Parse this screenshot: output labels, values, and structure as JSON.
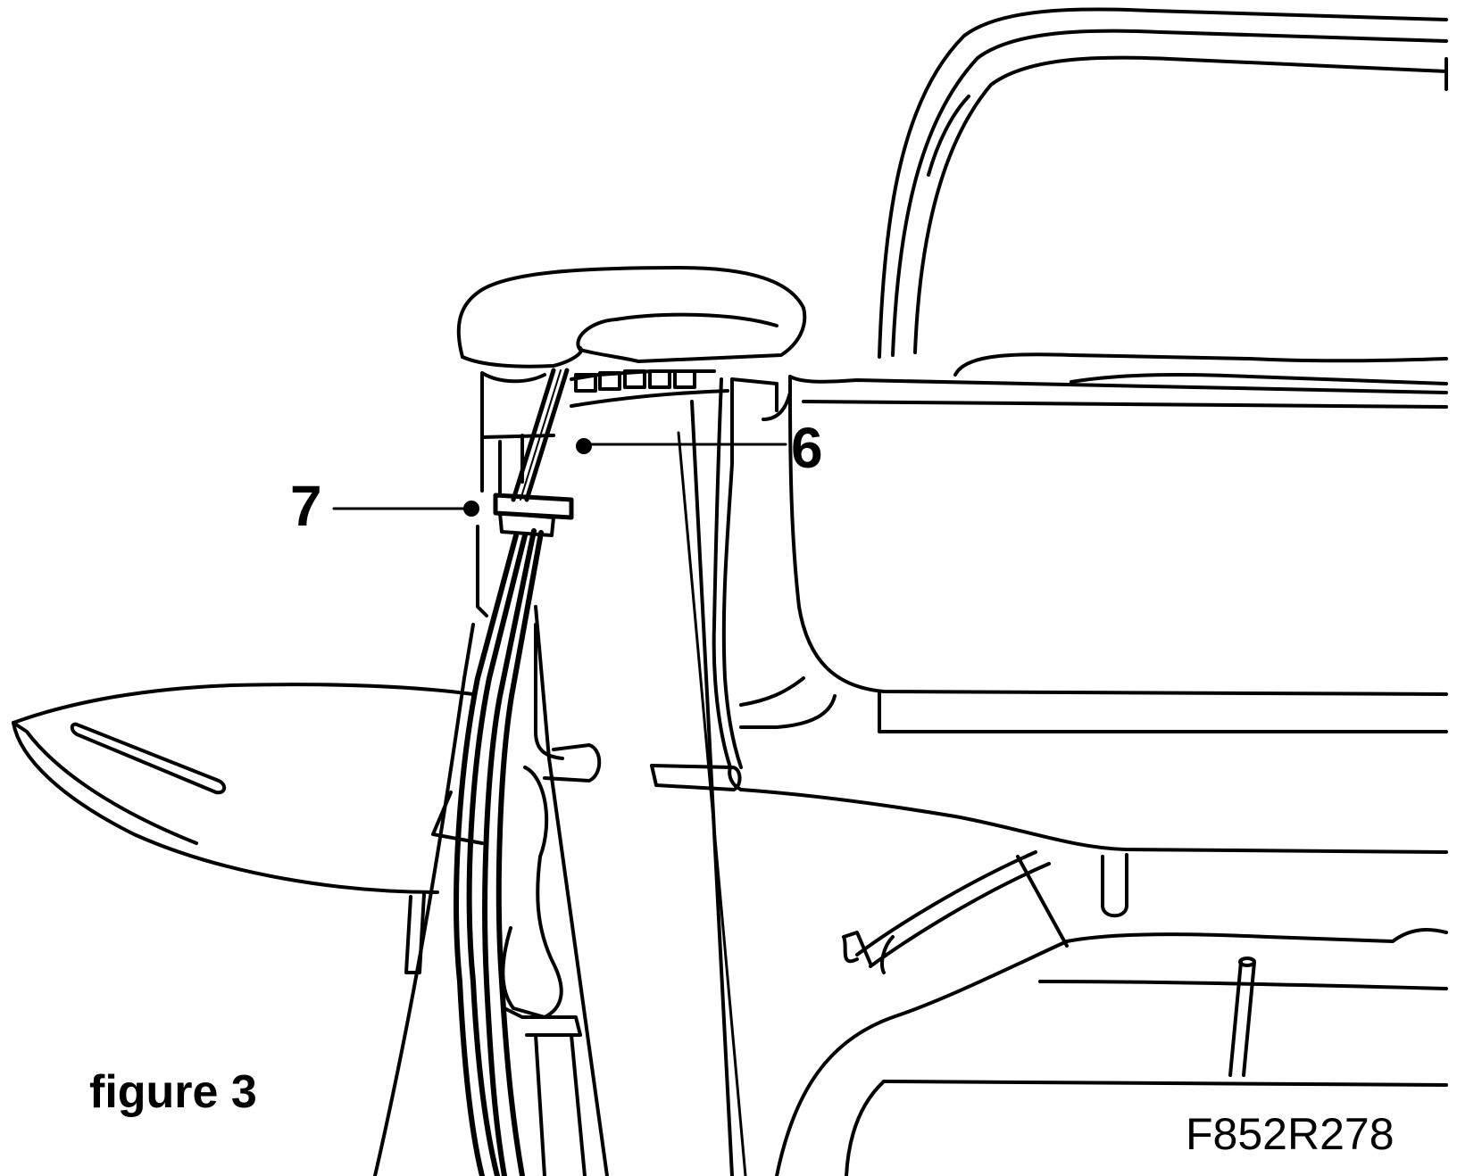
{
  "figure": {
    "caption": "figure 3",
    "drawing_code": "F852R278",
    "ink_color": "#000000",
    "background_color": "#ffffff"
  },
  "callouts": [
    {
      "id": "6",
      "label": "6"
    },
    {
      "id": "7",
      "label": "7"
    }
  ]
}
